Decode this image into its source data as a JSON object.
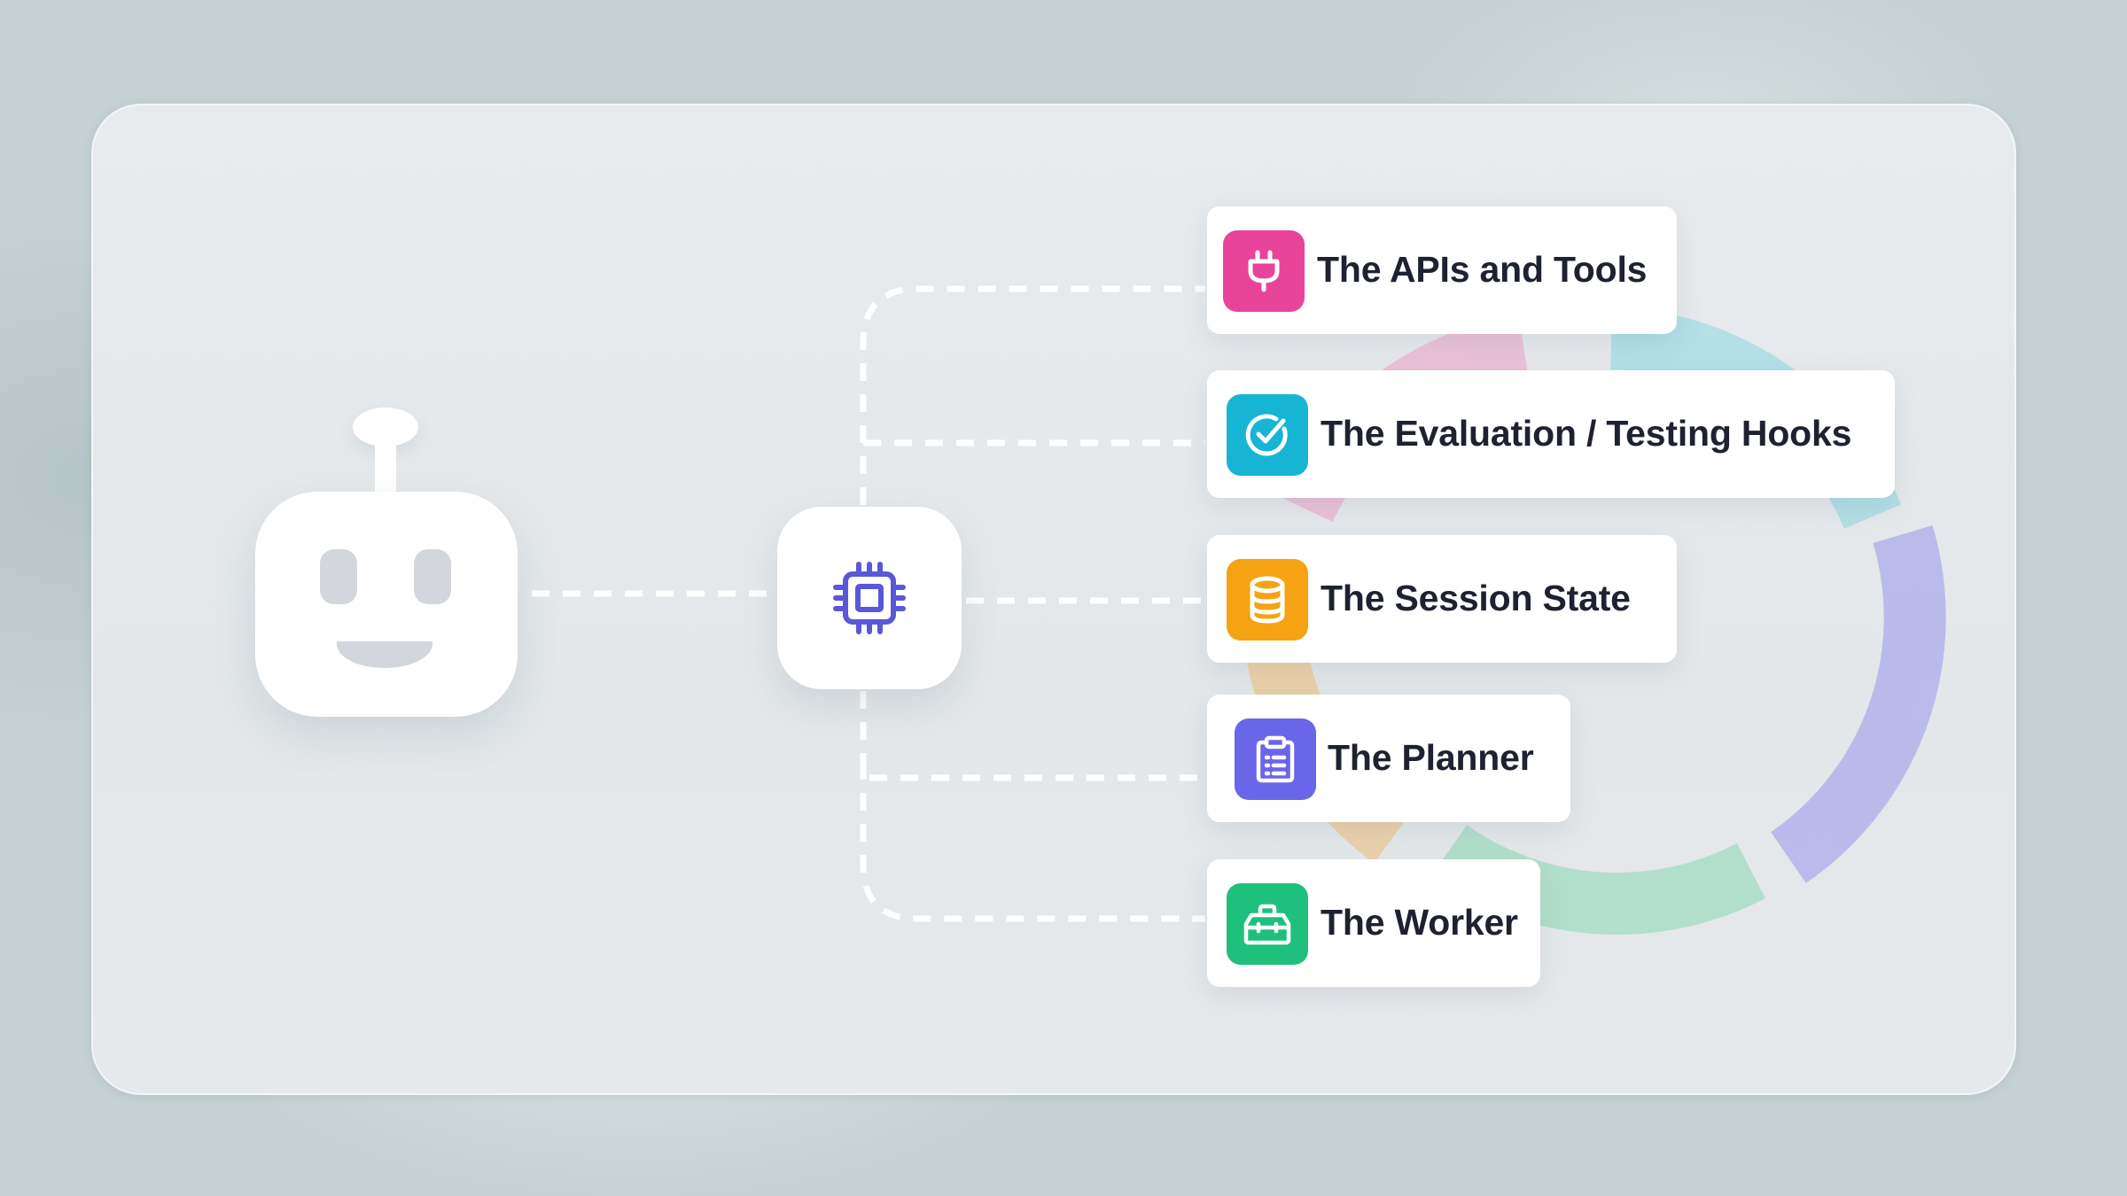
{
  "diagram": {
    "items": [
      {
        "label": "The APIs and Tools",
        "icon": "plug-icon",
        "color": "#e8449a"
      },
      {
        "label": "The Evaluation / Testing Hooks",
        "icon": "check-circle-icon",
        "color": "#17b5d4"
      },
      {
        "label": "The Session State",
        "icon": "database-icon",
        "color": "#f5a312"
      },
      {
        "label": "The Planner",
        "icon": "clipboard-list-icon",
        "color": "#6a66ea"
      },
      {
        "label": "The Worker",
        "icon": "toolbox-icon",
        "color": "#1ec07c"
      }
    ],
    "ring_colors": [
      "#f0a3c9",
      "#8bd7e2",
      "#b3b2ee",
      "#97ddb9",
      "#f2c883"
    ],
    "hub_icon": "cpu-chip-icon",
    "hub_color": "#5b57d9",
    "agent_icon": "robot-icon"
  }
}
